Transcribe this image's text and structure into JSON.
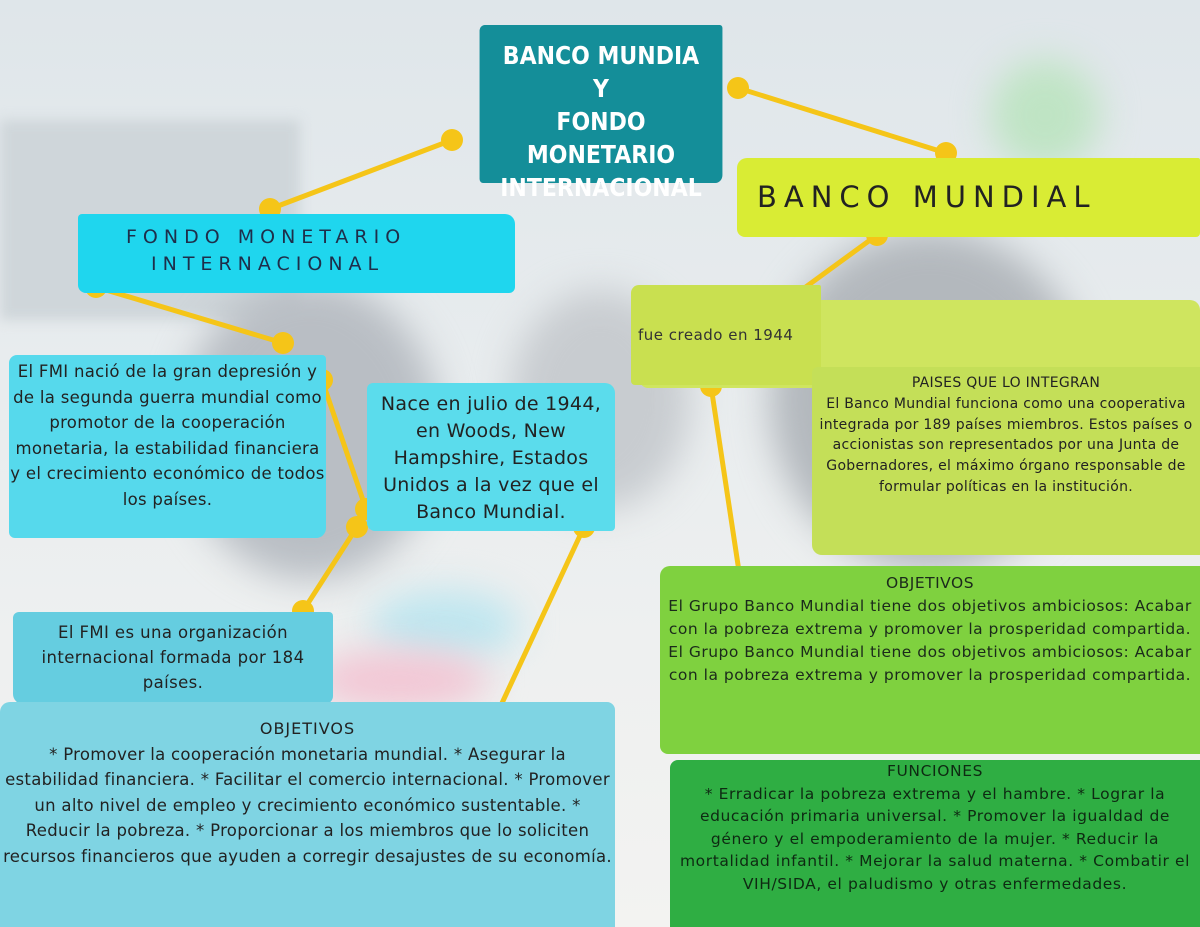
{
  "title": "BANCO MUNDIA\nY\nFONDO MONETARIO\nINTERNACIONAL",
  "fmi": {
    "heading_line1": "FONDO MONETARIO",
    "heading_line2": "INTERNACIONAL",
    "origin": "El FMI nació de la gran depresión y de la segunda guerra mundial como promotor de la cooperación monetaria, la estabilidad financiera y el crecimiento económico de todos los países.",
    "founded": "Nace en julio de 1944, en Woods, New Hampshire, Estados Unidos a la vez que el Banco Mundial.",
    "organization": "El FMI es una organización internacional formada por 184 países.",
    "objectives_heading": "OBJETIVOS",
    "objectives_text": "* Promover la cooperación monetaria mundial. * Asegurar la estabilidad financiera. * Facilitar el comercio internacional. * Promover un alto nivel de empleo y crecimiento económico sustentable. * Reducir la pobreza. * Proporcionar a los miembros que lo soliciten recursos financieros que ayuden a corregir desajustes de su economía."
  },
  "bm": {
    "heading": "BANCO MUNDIAL",
    "created": "fue creado en 1944",
    "countries_heading": "PAISES QUE LO INTEGRAN",
    "countries_text": "El Banco Mundial funciona como una cooperativa integrada por 189 países miembros. Estos países o accionistas son representados por una Junta de Gobernadores, el máximo órgano responsable de formular políticas en la institución.",
    "objectives_heading": "OBJETIVOS",
    "objectives_text": "El Grupo Banco Mundial tiene dos objetivos ambiciosos: Acabar con la pobreza extrema y promover la prosperidad compartida. El Grupo Banco Mundial tiene dos objetivos ambiciosos: Acabar con la pobreza extrema y promover la prosperidad compartida.",
    "functions_heading": "FUNCIONES",
    "functions_text": "* Erradicar la pobreza extrema y el hambre. * Lograr la educación primaria universal. * Promover la igualdad de género y el empoderamiento de la mujer. * Reducir la mortalidad infantil. * Mejorar la salud materna. * Combatir el VIH/SIDA, el paludismo y otras enfermedades."
  },
  "colors": {
    "title_bg": "#148e99",
    "fmi_heading_bg": "#1fd6ee",
    "bm_heading_bg": "#d9ec34",
    "connector": "#f5c518"
  }
}
